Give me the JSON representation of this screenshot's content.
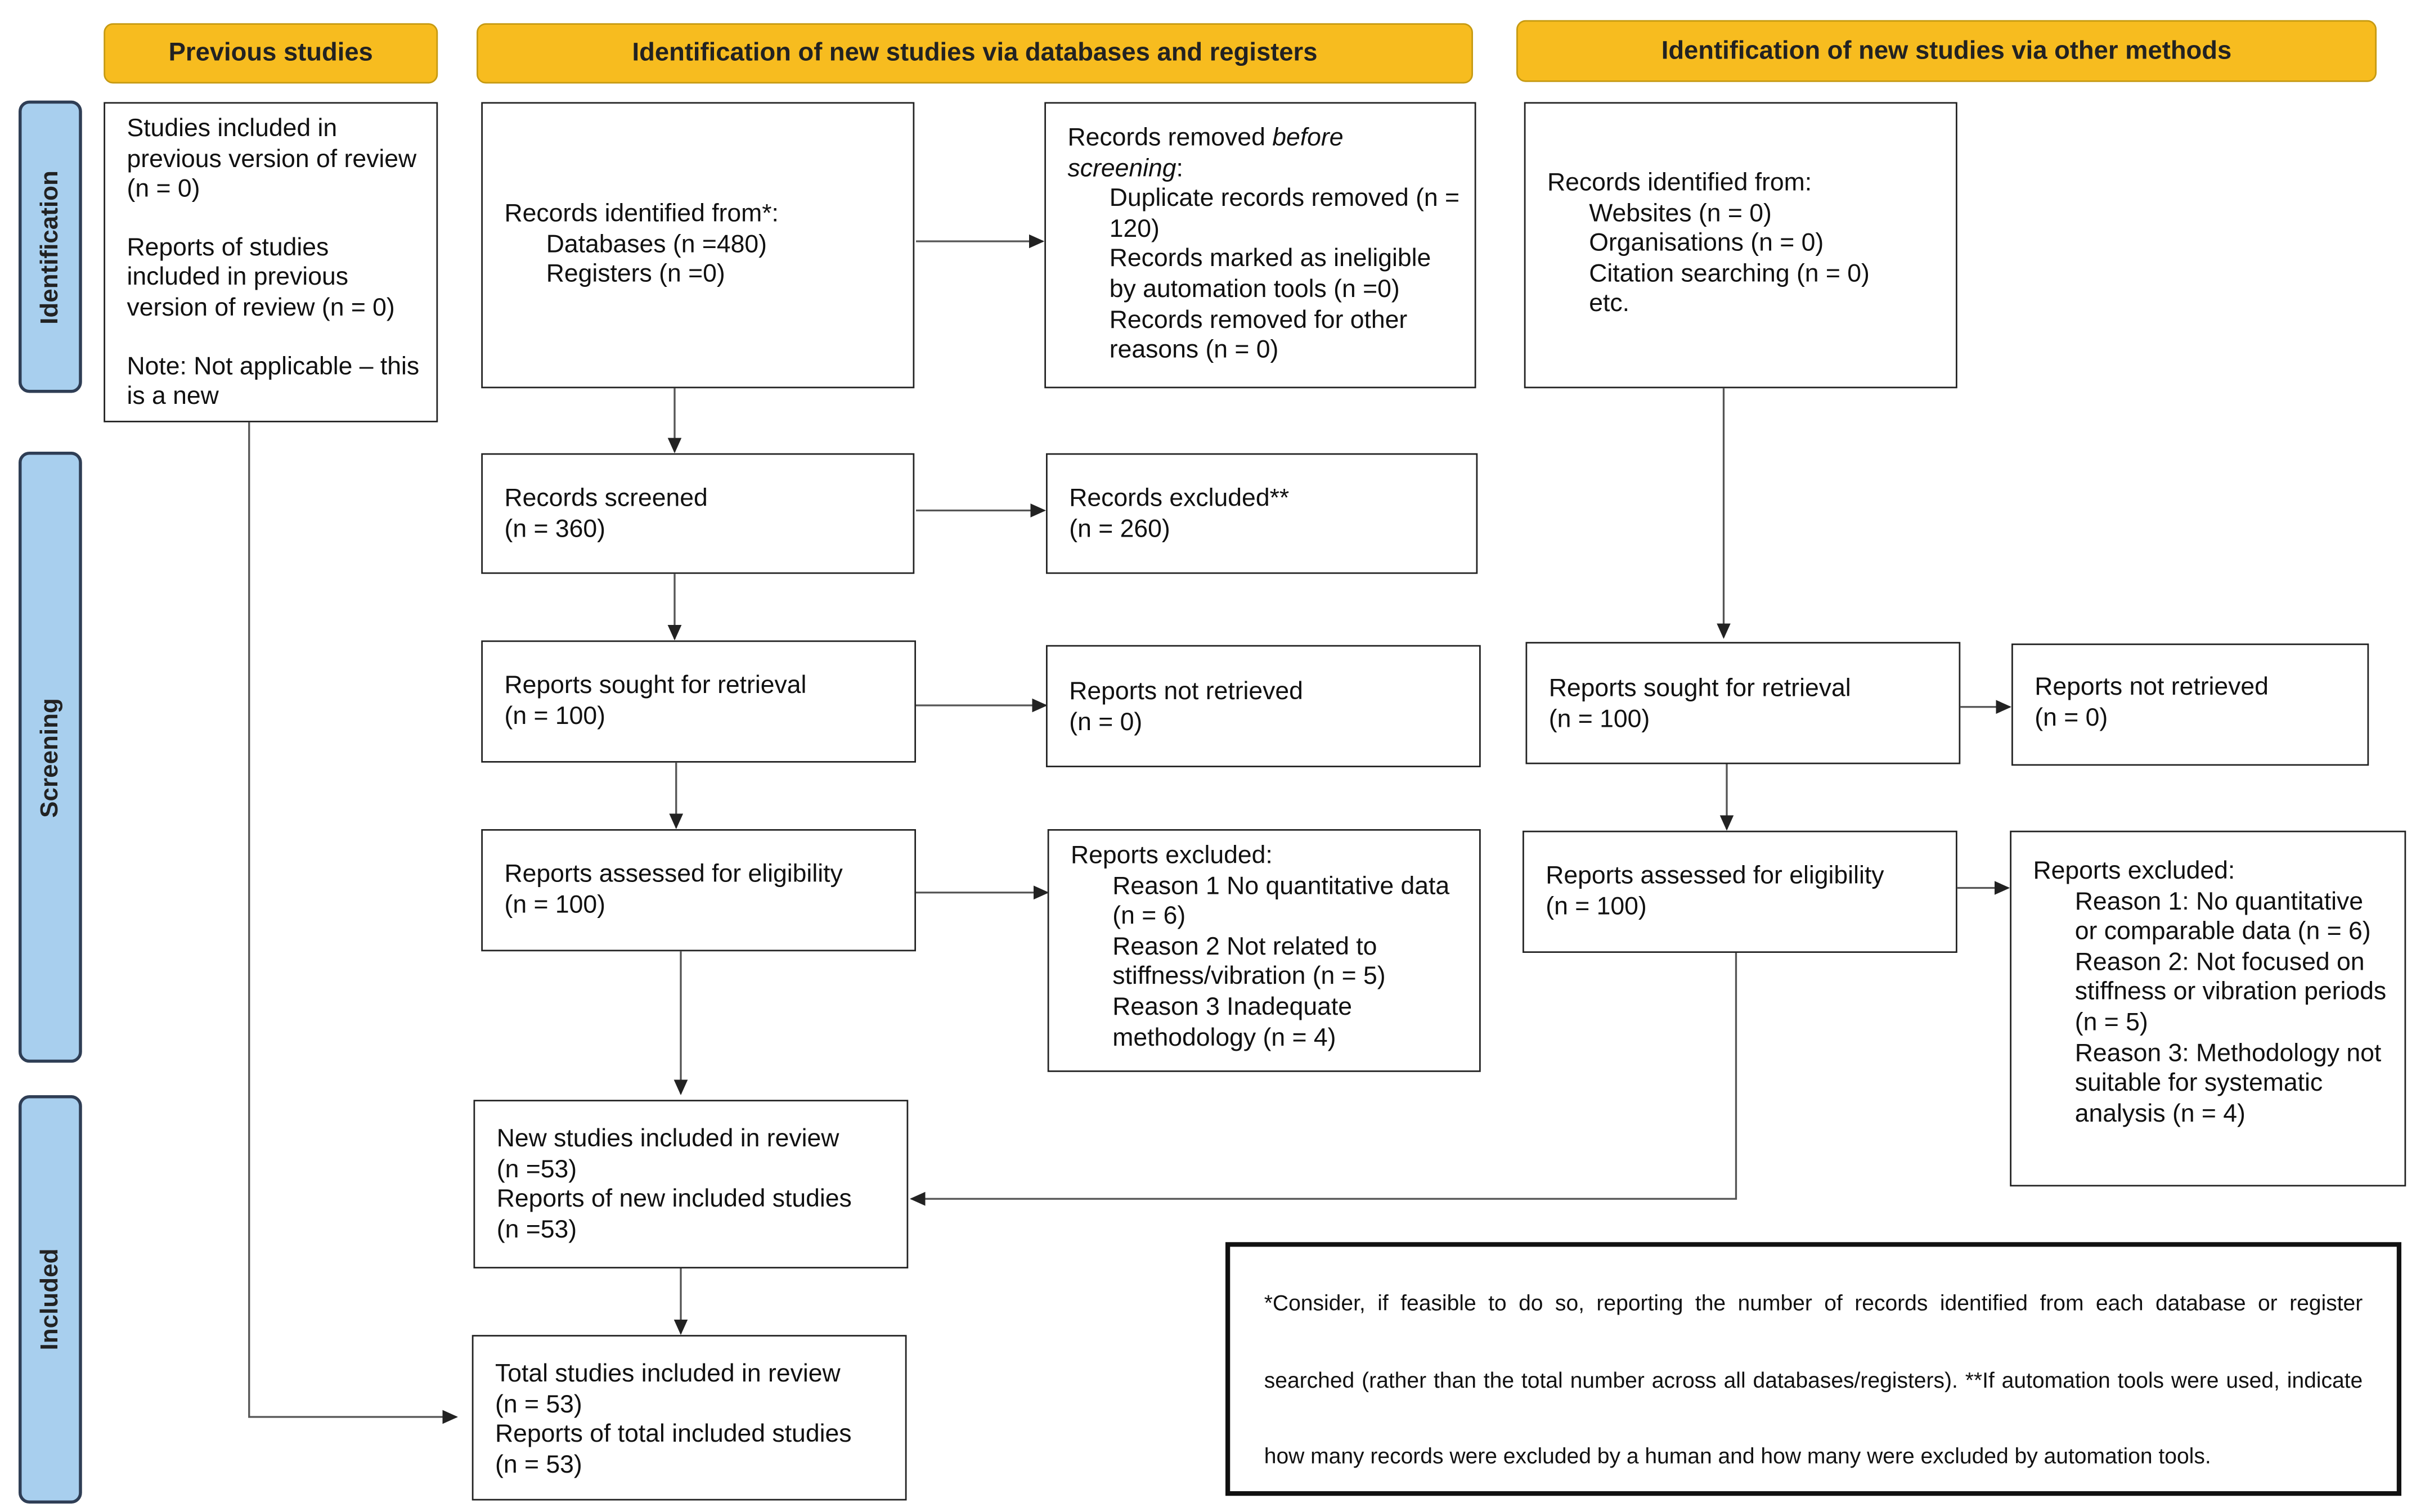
{
  "headers": {
    "previous": "Previous studies",
    "databases": "Identification of new studies via databases and registers",
    "other": "Identification of new studies via other methods"
  },
  "phases": {
    "identification": "Identification",
    "screening": "Screening",
    "included": "Included"
  },
  "previous_studies": {
    "studies_included": "Studies included in previous version of review (n = 0)",
    "reports_included": "Reports of studies included in previous version of review (n = 0)",
    "note": "Note: Not applicable – this is a new"
  },
  "db": {
    "identified_title": "Records identified from*:",
    "identified_databases": "Databases (n =480)",
    "identified_registers": "Registers (n =0)",
    "removed_title": "Records removed ",
    "removed_title_italic": "before screening",
    "removed_title_end": ":",
    "removed_duplicates": "Duplicate records removed (n = 120)",
    "removed_ineligible": "Records marked as ineligible by automation tools (n =0)",
    "removed_other": "Records removed for other reasons (n = 0)",
    "screened_title": "Records screened",
    "screened_n": "(n = 360)",
    "excluded_title": "Records excluded**",
    "excluded_n": "(n = 260)",
    "sought_title": "Reports sought for retrieval",
    "sought_n": "(n = 100)",
    "not_retrieved_title": "Reports not retrieved",
    "not_retrieved_n": "(n = 0)",
    "assessed_title": "Reports assessed for eligibility",
    "assessed_n": "(n = 100)",
    "reports_excluded_title": "Reports excluded:",
    "reason1": "Reason 1 No quantitative data (n = 6)",
    "reason2": "Reason 2 Not related to stiffness/vibration (n = 5)",
    "reason3": "Reason 3 Inadequate methodology (n = 4)"
  },
  "other": {
    "identified_title": "Records identified from:",
    "websites": "Websites (n = 0)",
    "organisations": "Organisations (n = 0)",
    "citation": "Citation searching (n = 0)",
    "etc": "etc.",
    "sought_title": "Reports sought for retrieval",
    "sought_n": "(n = 100)",
    "not_retrieved_title": "Reports not retrieved",
    "not_retrieved_n": "(n = 0)",
    "assessed_title": "Reports assessed for eligibility",
    "assessed_n": "(n = 100)",
    "reports_excluded_title": "Reports excluded:",
    "reason1": "Reason 1: No quantitative or comparable data (n = 6)",
    "reason2": "Reason 2: Not focused on stiffness or vibration periods (n = 5)",
    "reason3": "Reason 3: Methodology not suitable for systematic analysis (n = 4)"
  },
  "included": {
    "new_studies": "New studies included in review",
    "new_studies_n": "(n =53)",
    "new_reports": "Reports of new included studies",
    "new_reports_n": "(n =53)",
    "total_studies": "Total studies included in review",
    "total_studies_n": "(n = 53)",
    "total_reports": "Reports of total included studies",
    "total_reports_n": "(n = 53)"
  },
  "footnote": "*Consider, if feasible to do so, reporting the number of records identified from each database or register searched (rather than the total number across all databases/registers). **If automation tools were used, indicate how many records were excluded by a human and how many were excluded by automation tools."
}
